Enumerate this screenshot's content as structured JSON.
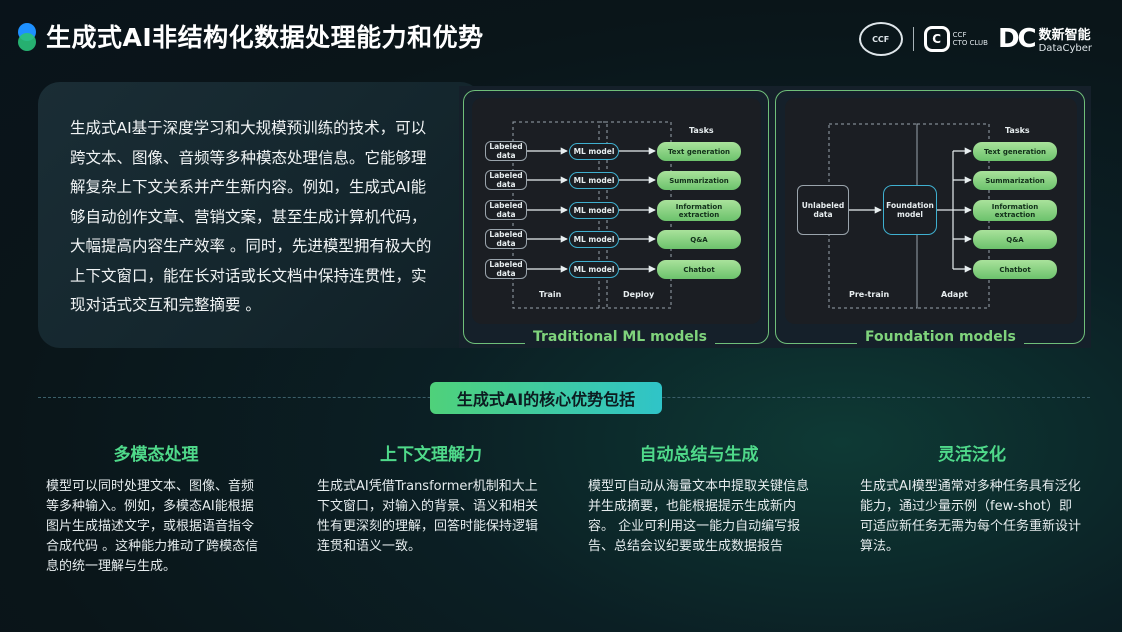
{
  "header": {
    "title": "生成式AI非结构化数据处理能力和优势",
    "logos": {
      "seal_text": "CCF",
      "cto_mark": "C",
      "cto_line1": "CCF",
      "cto_line2": "CTO CLUB",
      "dc_mark": "DC",
      "dc_cn": "数新智能",
      "dc_en": "DataCyber"
    }
  },
  "intro": {
    "text": "生成式AI基于深度学习和大规模预训练的技术，可以跨文本、图像、音频等多种模态处理信息。它能够理解复杂上下文关系并产生新内容。例如，生成式AI能够自动创作文章、营销文案，甚至生成计算机代码，大幅提高内容生产效率 。同时，先进模型拥有极大的上下文窗口，能在长对话或长文档中保持连贯性，实现对话式交互和完整摘要 。"
  },
  "diagram": {
    "left": {
      "caption": "Traditional ML models",
      "tasks_header": "Tasks",
      "train_label": "Train",
      "deploy_label": "Deploy",
      "inputs": [
        "Labeled data",
        "Labeled data",
        "Labeled data",
        "Labeled data",
        "Labeled data"
      ],
      "models": [
        "ML model",
        "ML model",
        "ML model",
        "ML model",
        "ML model"
      ],
      "tasks": [
        "Text generation",
        "Summarization",
        "Information extraction",
        "Q&A",
        "Chatbot"
      ]
    },
    "right": {
      "caption": "Foundation models",
      "tasks_header": "Tasks",
      "pretrain_label": "Pre-train",
      "adapt_label": "Adapt",
      "input": "Unlabeled data",
      "model": "Foundation model",
      "tasks": [
        "Text generation",
        "Summarization",
        "Information extraction",
        "Q&A",
        "Chatbot"
      ]
    },
    "colors": {
      "frame": "#6fbf7a",
      "task_fill": "#8fd585",
      "ml_border": "#3fb0d0"
    }
  },
  "advantages": {
    "pill": "生成式AI的核心优势包括",
    "items": [
      {
        "title": "多模态处理",
        "body": "模型可以同时处理文本、图像、音频等多种输入。例如，多模态AI能根据图片生成描述文字，或根据语音指令合成代码 。这种能力推动了跨模态信息的统一理解与生成。"
      },
      {
        "title": "上下文理解力",
        "body": "生成式AI凭借Transformer机制和大上下文窗口，对输入的背景、语义和相关性有更深刻的理解，回答时能保持逻辑连贯和语义一致。"
      },
      {
        "title": "自动总结与生成",
        "body": "模型可自动从海量文本中提取关键信息并生成摘要，也能根据提示生成新内容。 企业可利用这一能力自动编写报告、总结会议纪要或生成数据报告"
      },
      {
        "title": "灵活泛化",
        "body": "生成式AI模型通常对多种任务具有泛化能力，通过少量示例（few-shot）即可适应新任务无需为每个任务重新设计算法。"
      }
    ]
  }
}
